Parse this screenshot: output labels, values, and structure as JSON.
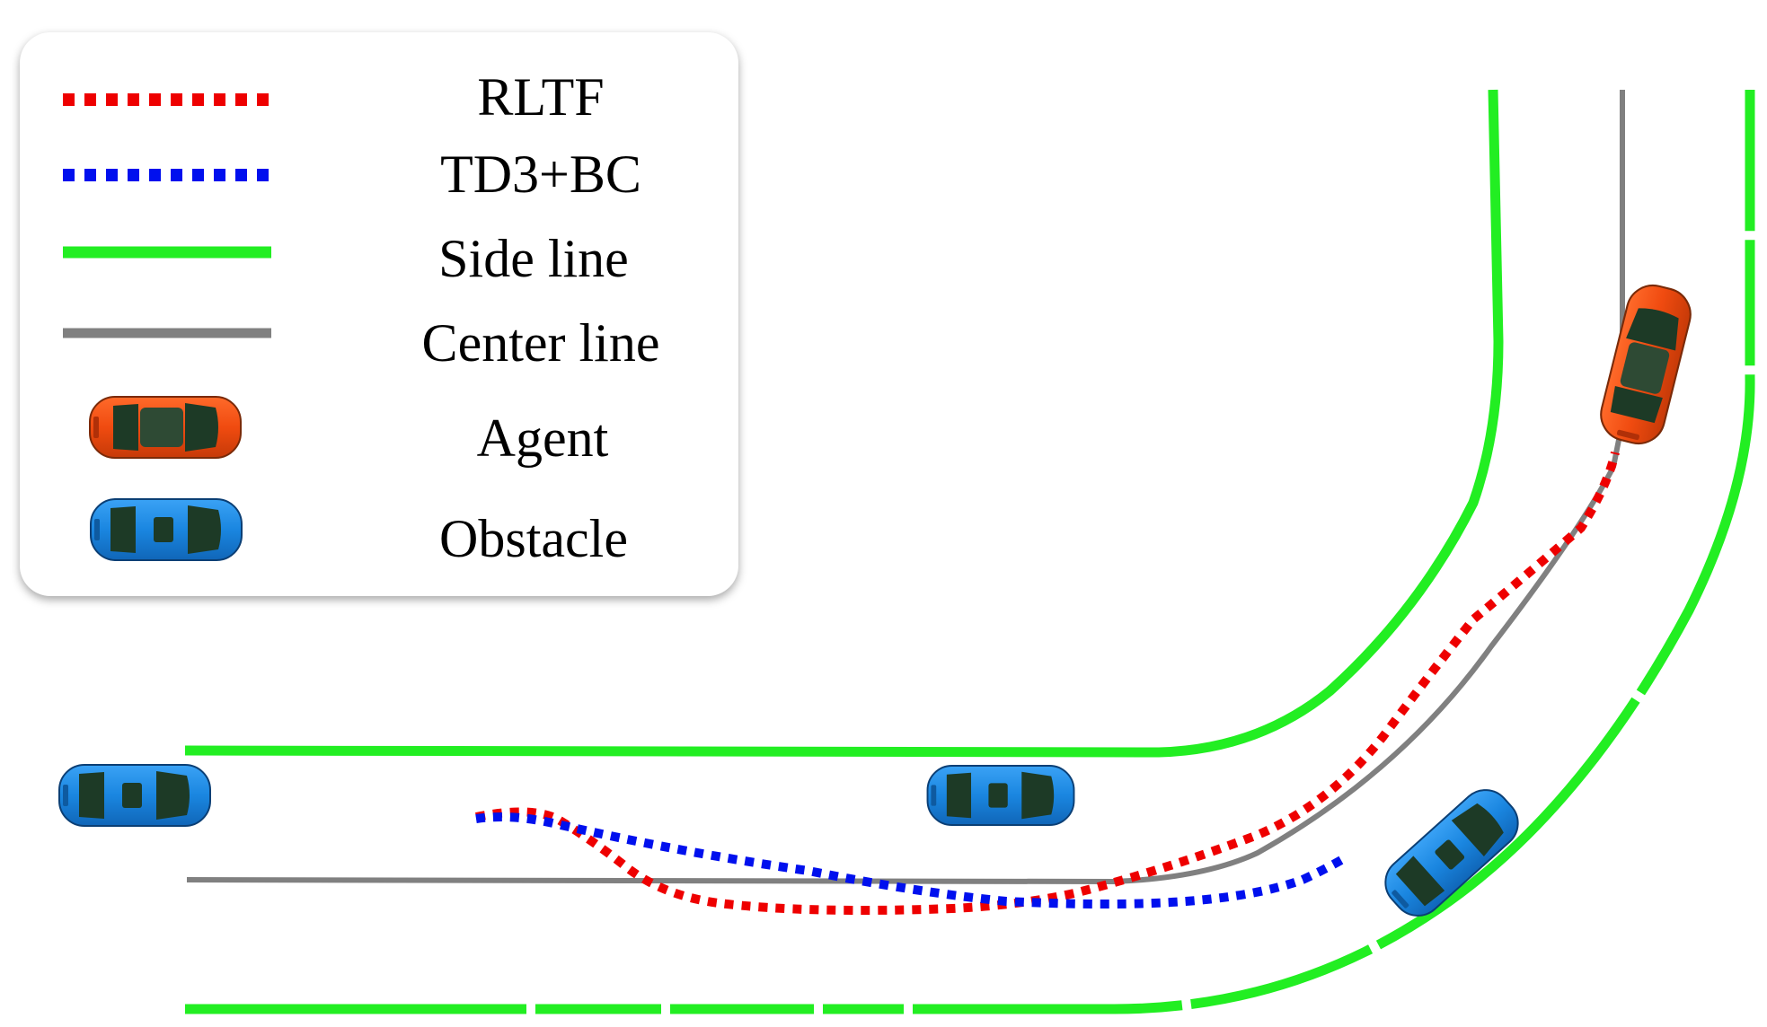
{
  "legend": {
    "items": [
      {
        "label": "RLTF",
        "icon": "red-dotted-line"
      },
      {
        "label": "TD3+BC",
        "icon": "blue-dotted-line"
      },
      {
        "label": "Side line",
        "icon": "green-solid-line"
      },
      {
        "label": "Center line",
        "icon": "gray-solid-line"
      },
      {
        "label": "Agent",
        "icon": "orange-car-icon"
      },
      {
        "label": "Obstacle",
        "icon": "blue-car-icon"
      }
    ]
  },
  "colors": {
    "rltf": "#ee0000",
    "td3bc": "#0010ee",
    "side_line": "#22ee22",
    "center_line": "#808080",
    "agent": "#f04b10",
    "obstacle": "#1a86e0"
  }
}
